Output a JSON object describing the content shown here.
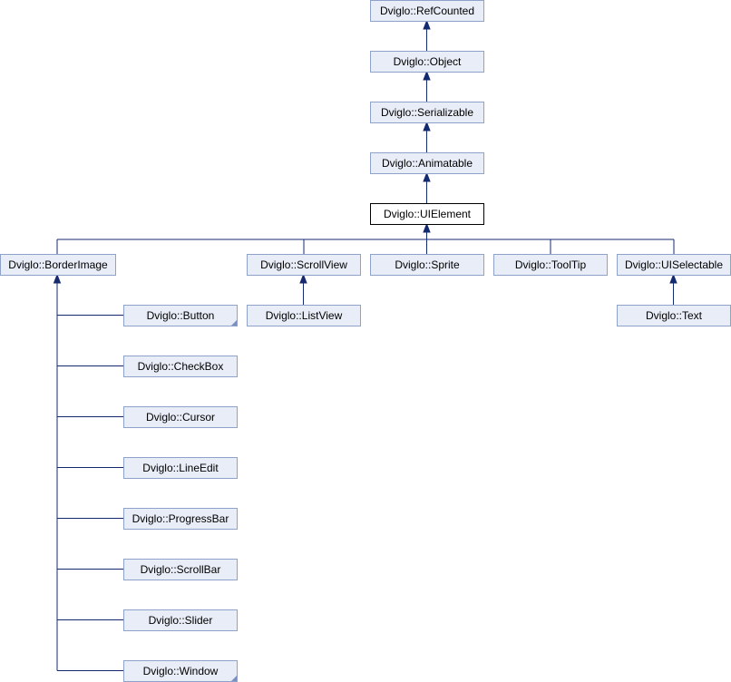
{
  "diagram": {
    "nodes": [
      {
        "id": "refcounted",
        "label": "Dviglo::RefCounted"
      },
      {
        "id": "object",
        "label": "Dviglo::Object"
      },
      {
        "id": "serializable",
        "label": "Dviglo::Serializable"
      },
      {
        "id": "animatable",
        "label": "Dviglo::Animatable"
      },
      {
        "id": "uielement",
        "label": "Dviglo::UIElement",
        "current": true
      },
      {
        "id": "borderimage",
        "label": "Dviglo::BorderImage"
      },
      {
        "id": "scrollview",
        "label": "Dviglo::ScrollView"
      },
      {
        "id": "sprite",
        "label": "Dviglo::Sprite"
      },
      {
        "id": "tooltip",
        "label": "Dviglo::ToolTip"
      },
      {
        "id": "uiselectable",
        "label": "Dviglo::UISelectable"
      },
      {
        "id": "listview",
        "label": "Dviglo::ListView"
      },
      {
        "id": "text",
        "label": "Dviglo::Text"
      },
      {
        "id": "button",
        "label": "Dviglo::Button",
        "more": true
      },
      {
        "id": "checkbox",
        "label": "Dviglo::CheckBox"
      },
      {
        "id": "cursor",
        "label": "Dviglo::Cursor"
      },
      {
        "id": "lineedit",
        "label": "Dviglo::LineEdit"
      },
      {
        "id": "progressbar",
        "label": "Dviglo::ProgressBar"
      },
      {
        "id": "scrollbar",
        "label": "Dviglo::ScrollBar"
      },
      {
        "id": "slider",
        "label": "Dviglo::Slider"
      },
      {
        "id": "window",
        "label": "Dviglo::Window",
        "more": true
      }
    ],
    "edges": [
      {
        "from": "object",
        "to": "refcounted"
      },
      {
        "from": "serializable",
        "to": "object"
      },
      {
        "from": "animatable",
        "to": "serializable"
      },
      {
        "from": "uielement",
        "to": "animatable"
      },
      {
        "from": "borderimage",
        "to": "uielement"
      },
      {
        "from": "scrollview",
        "to": "uielement"
      },
      {
        "from": "sprite",
        "to": "uielement"
      },
      {
        "from": "tooltip",
        "to": "uielement"
      },
      {
        "from": "uiselectable",
        "to": "uielement"
      },
      {
        "from": "listview",
        "to": "scrollview"
      },
      {
        "from": "text",
        "to": "uiselectable"
      },
      {
        "from": "button",
        "to": "borderimage"
      },
      {
        "from": "checkbox",
        "to": "borderimage"
      },
      {
        "from": "cursor",
        "to": "borderimage"
      },
      {
        "from": "lineedit",
        "to": "borderimage"
      },
      {
        "from": "progressbar",
        "to": "borderimage"
      },
      {
        "from": "scrollbar",
        "to": "borderimage"
      },
      {
        "from": "slider",
        "to": "borderimage"
      },
      {
        "from": "window",
        "to": "borderimage"
      }
    ]
  }
}
